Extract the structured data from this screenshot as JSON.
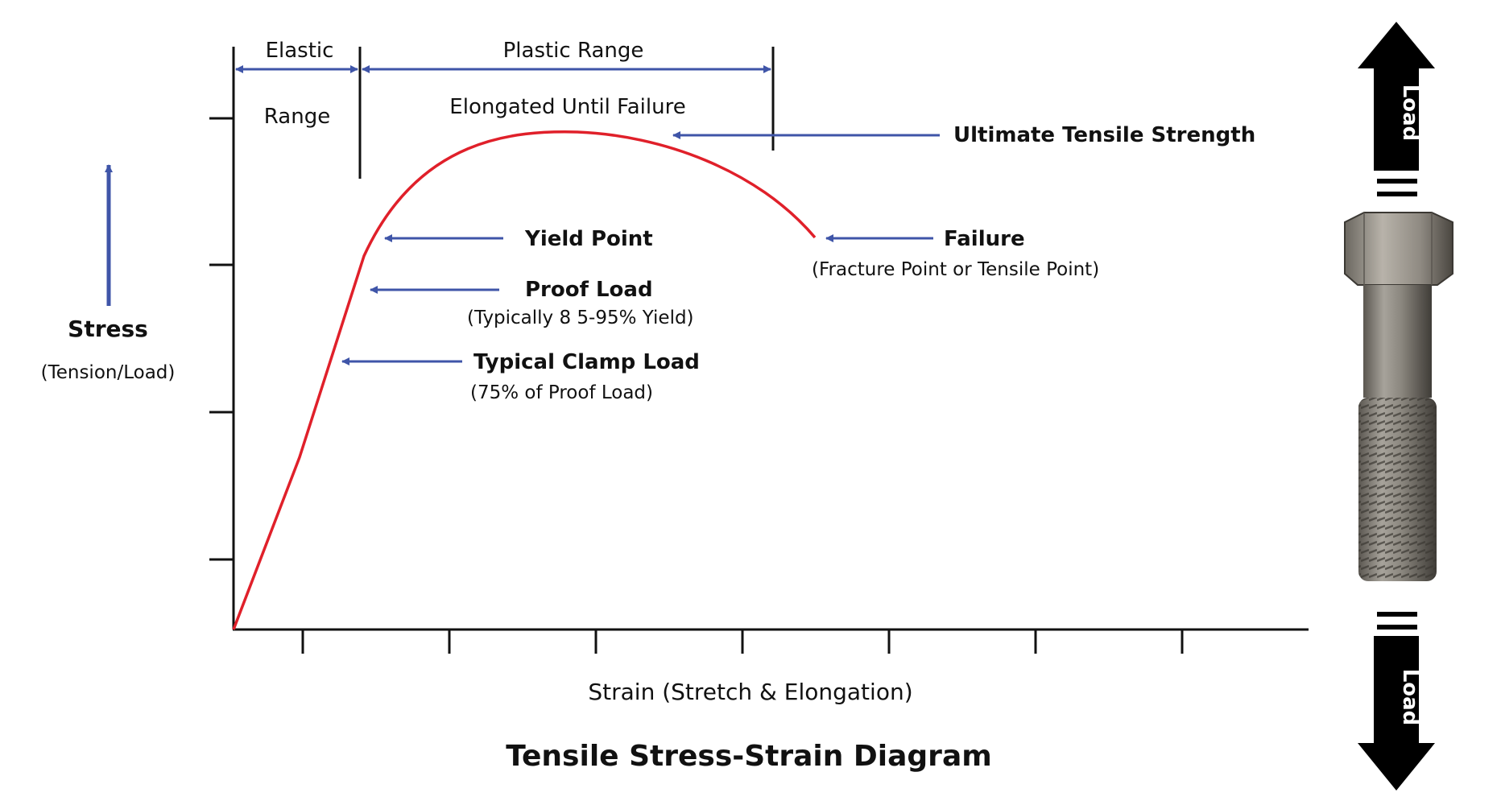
{
  "title": "Tensile Stress-Strain Diagram",
  "y_axis": {
    "label": "Stress",
    "sublabel": "(Tension/Load)"
  },
  "x_axis": {
    "label": "Strain (Stretch & Elongation)"
  },
  "ranges": {
    "elastic_line1": "Elastic",
    "elastic_line2": "Range",
    "plastic": "Plastic Range",
    "plastic_sub": "Elongated Until Failure"
  },
  "annotations": {
    "ultimate": "Ultimate Tensile Strength",
    "yield": "Yield Point",
    "proof": "Proof Load",
    "proof_sub": "(Typically 8 5-95% Yield)",
    "clamp": "Typical Clamp Load",
    "clamp_sub": "(75% of Proof Load)",
    "failure": "Failure",
    "failure_sub": "(Fracture Point or Tensile Point)"
  },
  "bolt": {
    "load_top": "Load",
    "load_bottom": "Load"
  },
  "colors": {
    "curve": "#e0202a",
    "arrow": "#3f55a8",
    "axis": "#111111",
    "bolt_arrow": "#000000"
  }
}
